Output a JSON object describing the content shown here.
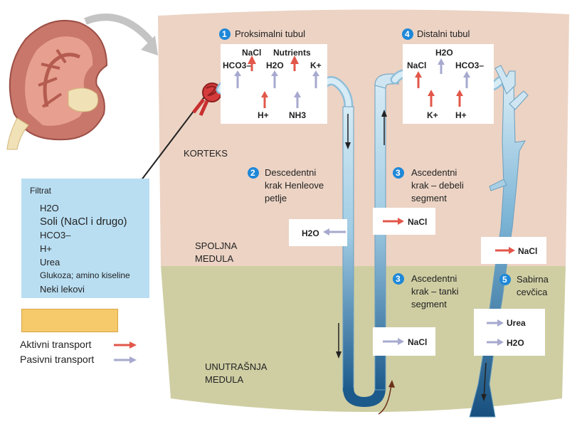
{
  "stages": [
    {
      "number": "1",
      "label": "Proksimalni tubul"
    },
    {
      "number": "2",
      "label_lines": [
        "Descedentni",
        "krak Henleove",
        "petlje"
      ]
    },
    {
      "number": "3",
      "label_lines": [
        "Ascedentni",
        "krak – debeli",
        "segment"
      ]
    },
    {
      "number": "3",
      "label_lines": [
        "Ascedentni",
        "krak – tanki",
        "segment"
      ]
    },
    {
      "number": "4",
      "label": "Distalni tubul"
    },
    {
      "number": "5",
      "label_lines": [
        "Sabirna",
        "cevčica"
      ]
    }
  ],
  "zones": {
    "cortex": "KORTEKS",
    "outer_medulla": [
      "SPOLJNA",
      "MEDULA"
    ],
    "inner_medulla": [
      "UNUTRAŠNJA",
      "MEDULA"
    ]
  },
  "proximal_box": {
    "top": [
      "NaCl",
      "Nutrients"
    ],
    "row": [
      "HCO3–",
      "H2O",
      "K+"
    ],
    "bottom": [
      "H+",
      "NH3"
    ]
  },
  "distal_box": {
    "top": [
      "H2O"
    ],
    "row": [
      "NaCl",
      "HCO3–"
    ],
    "bottom": [
      "K+",
      "H+"
    ]
  },
  "small_boxes": {
    "descending_h2o": "H2O",
    "thick_nacl": "NaCl",
    "collecting_nacl": "NaCl",
    "thin_nacl": "NaCl",
    "urea": "Urea",
    "collecting_h2o": "H2O"
  },
  "filtrate": {
    "title": "Filtrat",
    "items": [
      "H2O",
      "Soli (NaCl i drugo)",
      "HCO3–",
      "H+",
      "Urea",
      "Glukoza; amino kiseline",
      "Neki lekovi"
    ]
  },
  "legend": {
    "active": "Aktivni transport",
    "passive": "Pasivni transport"
  },
  "colors": {
    "cortex": "#ecd3c4",
    "medulla": "#cfcea3",
    "active_arrow": "#e2574a",
    "passive_arrow": "#a7a9cf",
    "tubule_light": "#cfe6f2",
    "tubule_dark": "#1f5f93",
    "badge": "#1e88d8",
    "filtrate_panel": "#b9def2",
    "swatch": "#f6c96a"
  }
}
